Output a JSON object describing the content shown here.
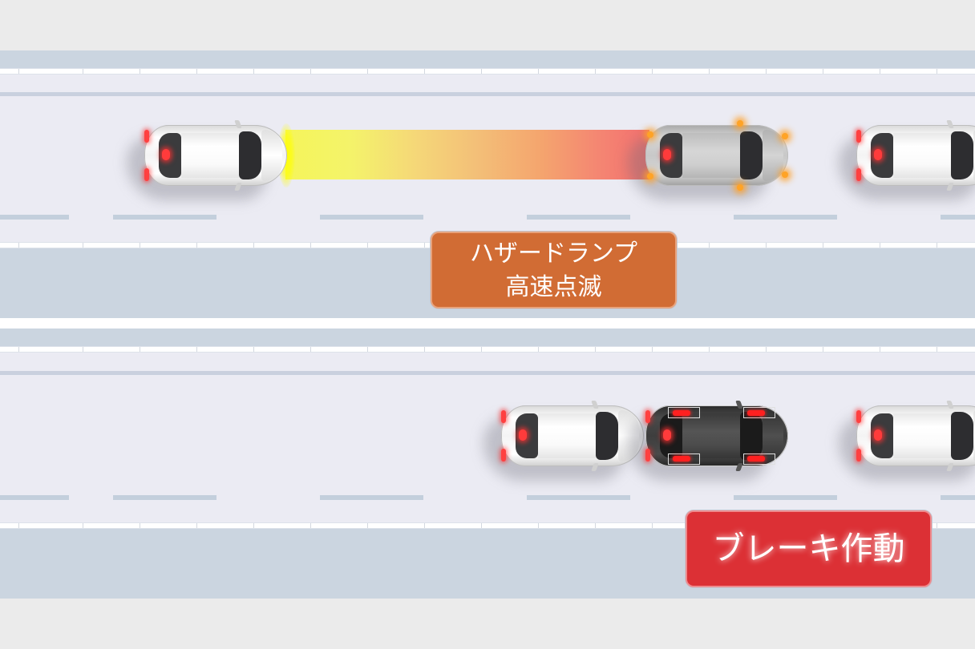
{
  "scenes": [
    {
      "id": "hazard-scene",
      "label": {
        "line1": "ハザードランプ",
        "line2": "高速点滅",
        "color": "#d16c34"
      },
      "beam": {
        "from_color": "#f5f55a",
        "to_color": "#f36f6f"
      },
      "cars": [
        {
          "role": "following-car",
          "color": "white",
          "headlights_glow": "yellow"
        },
        {
          "role": "leading-car-hazards",
          "color": "silver",
          "hazard_lights": "flashing"
        },
        {
          "role": "front-car",
          "color": "white"
        }
      ]
    },
    {
      "id": "brake-scene",
      "label": {
        "text": "ブレーキ作動",
        "color": "#dc3035"
      },
      "cars": [
        {
          "role": "following-car-braking",
          "color": "white"
        },
        {
          "role": "braking-car",
          "color": "dark-gray",
          "brakes": "active"
        },
        {
          "role": "front-car",
          "color": "white"
        }
      ]
    }
  ],
  "colors": {
    "background": "#ebebeb",
    "guardrail_band": "#cbd5e0",
    "road_surface": "#ebebf3",
    "lane_dash": "#c3cfdc"
  }
}
